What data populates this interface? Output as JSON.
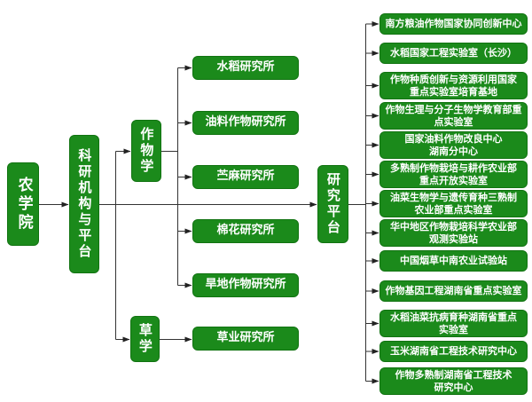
{
  "colors": {
    "node_fill": "#1b8a1b",
    "node_border": "#117311",
    "node_text": "#ffffff",
    "connector": "#333333"
  },
  "nodes": {
    "college": "农学院",
    "org": "科研机构与平台",
    "crop_science": "作物学",
    "grass_science": "草学",
    "research_platform": "研究平台"
  },
  "crop_institutes": [
    "水稻研究所",
    "油料作物研究所",
    "苎麻研究所",
    "棉花研究所",
    "旱地作物研究所"
  ],
  "grass_institutes": [
    "草业研究所"
  ],
  "platform_items": [
    "南方粮油作物国家协同创新中心",
    "水稻国家工程实验室（长沙）",
    "作物种质创新与资源利用国家\n重点实验室培育基地",
    "作物生理与分子生物学教育部重\n点实验室",
    "国家油料作物改良中心\n湖南分中心",
    "多熟制作物栽培与耕作农业部\n重点开放实验室",
    "油菜生物学与遗传育种三熟制\n农业部重点实验室",
    "华中地区作物栽培科学农业部\n观测实验站",
    "中国烟草中南农业试验站",
    "作物基因工程湖南省重点实验室",
    "水稻油菜抗病育种湖南省重点\n实验室",
    "玉米湖南省工程技术研究中心",
    "作物多熟制湖南省工程技术\n研究中心"
  ]
}
